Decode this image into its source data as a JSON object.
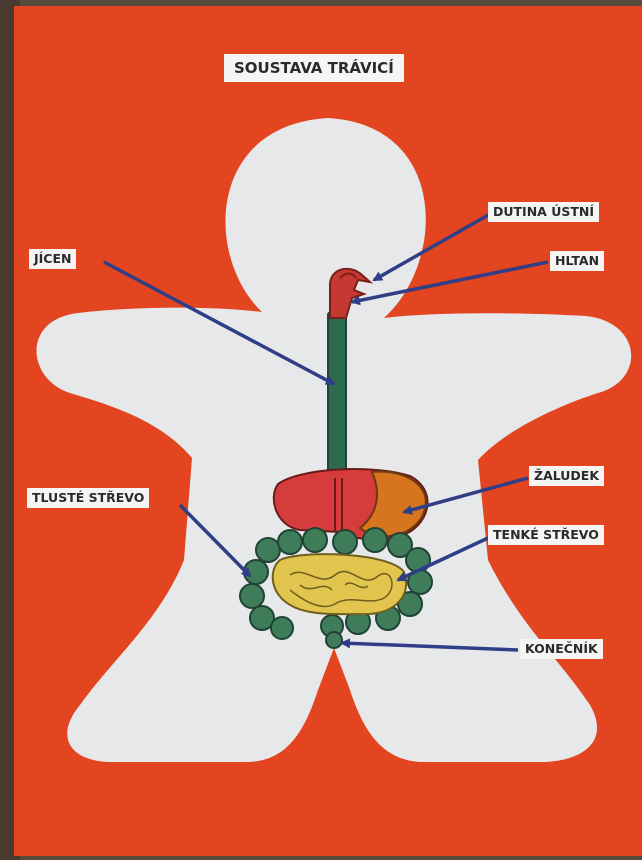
{
  "title": "SOUSTAVA TRÁVICÍ",
  "labels": {
    "dutina_ustni": "DUTINA ÚSTNÍ",
    "hltan": "HLTAN",
    "jicen": "JÍCEN",
    "zaludek": "ŽALUDEK",
    "tluste_strevo": "TLUSTÉ STŘEVO",
    "tenke_strevo": "TENKÉ STŘEVO",
    "konecnik": "KONEČNÍK"
  },
  "colors": {
    "paper": "#e2451f",
    "body": "#e6e8ea",
    "arrow": "#2f3e86",
    "esophagus": "#2e6b4e",
    "mouth": "#c43a32",
    "stomach_red": "#d63c3c",
    "stomach_orange": "#d7751e",
    "large_intestine": "#3f7d5a",
    "small_intestine": "#e1c54e"
  }
}
